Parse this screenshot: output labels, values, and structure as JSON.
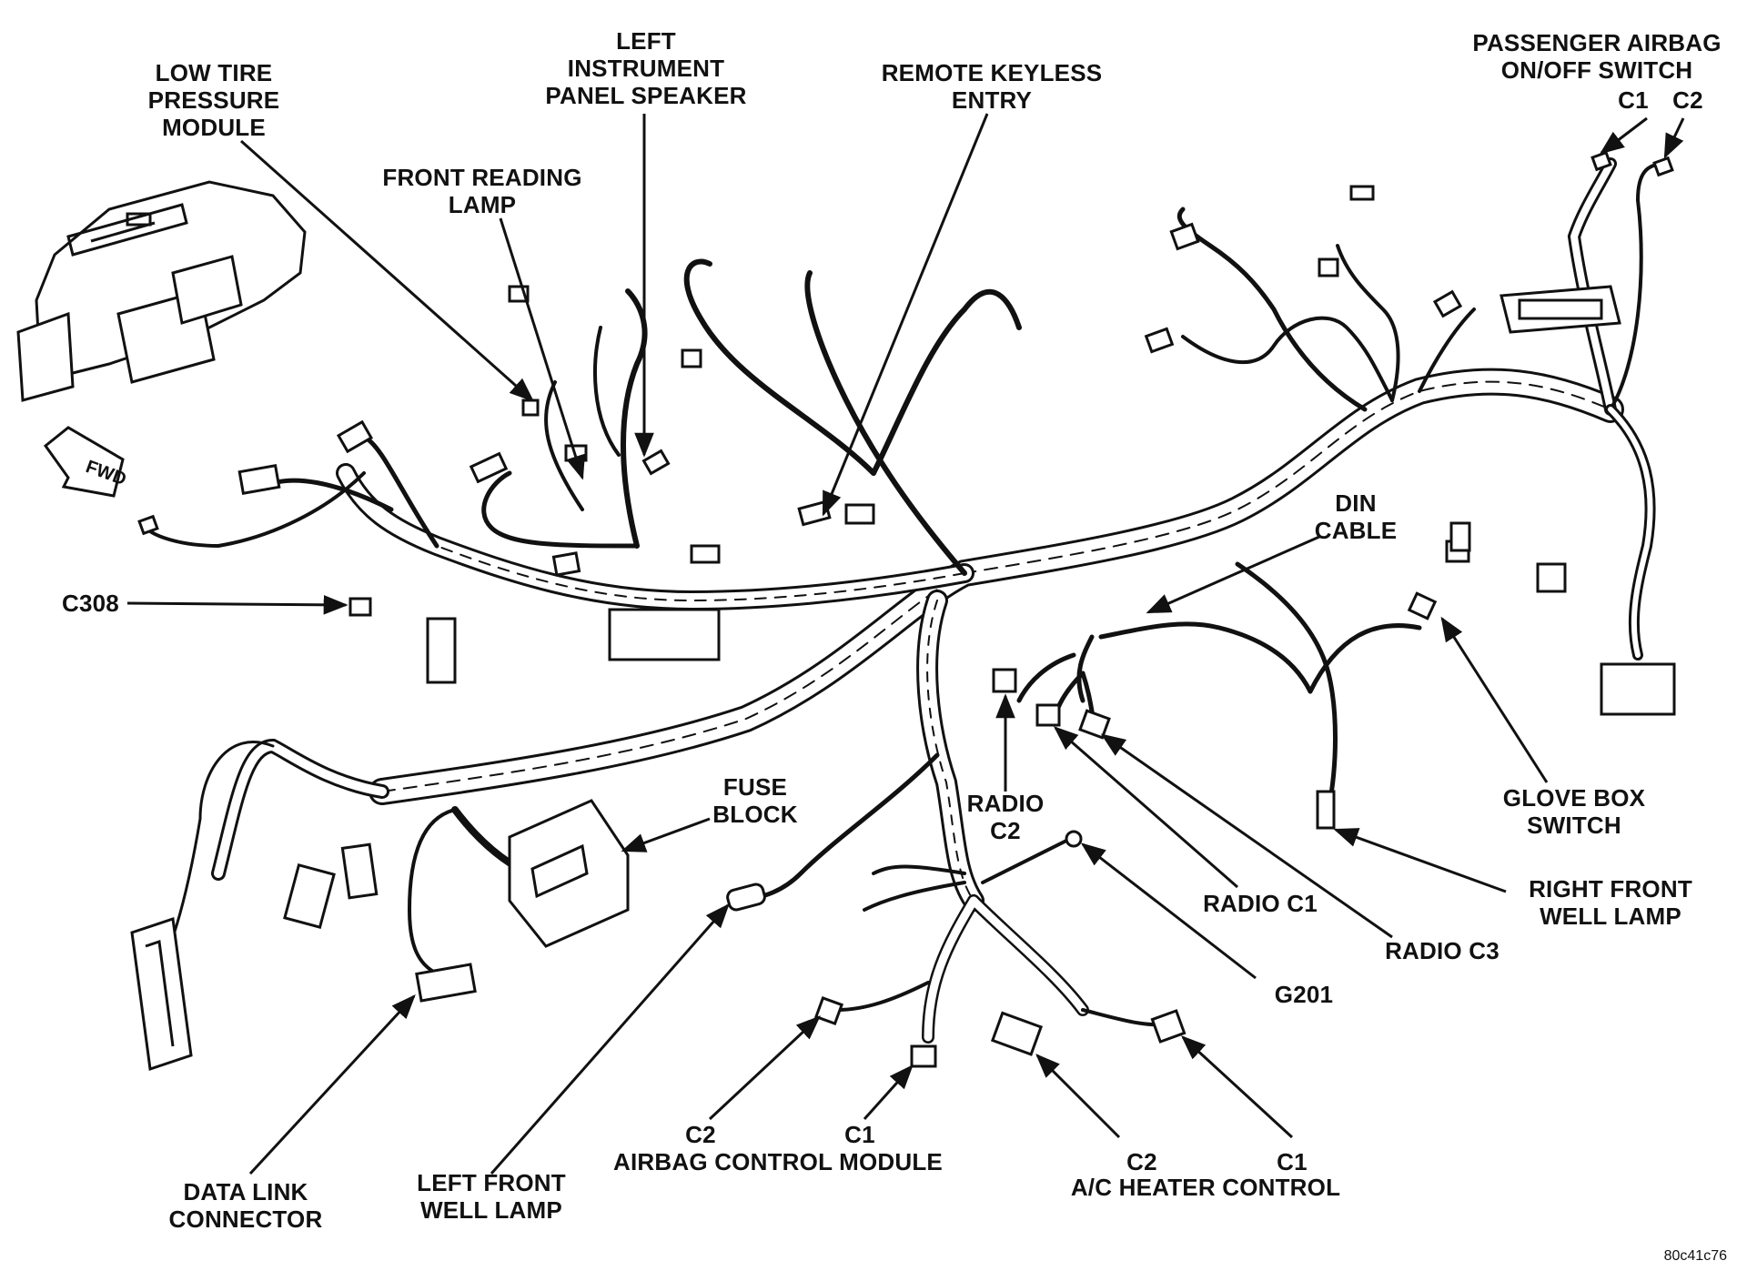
{
  "labels": {
    "low_tire": "LOW TIRE\nPRESSURE\nMODULE",
    "left_ip_speaker": "LEFT\nINSTRUMENT\nPANEL SPEAKER",
    "remote_keyless": "REMOTE KEYLESS\nENTRY",
    "passenger_airbag": "PASSENGER AIRBAG\nON/OFF SWITCH",
    "pab_c1": "C1",
    "pab_c2": "C2",
    "front_reading_lamp": "FRONT READING\nLAMP",
    "fwd_arrow": "FWD",
    "din_cable": "DIN\nCABLE",
    "c308": "C308",
    "fuse_block": "FUSE\nBLOCK",
    "radio_c2": "RADIO\nC2",
    "glove_box_switch": "GLOVE BOX\nSWITCH",
    "right_front_well_lamp": "RIGHT FRONT\nWELL LAMP",
    "radio_c1": "RADIO C1",
    "radio_c3": "RADIO C3",
    "g201": "G201",
    "acm_c2": "C2",
    "acm_c1": "C1",
    "acm": "AIRBAG CONTROL MODULE",
    "ach_c2": "C2",
    "ach_c1": "C1",
    "ach": "A/C HEATER CONTROL",
    "data_link": "DATA LINK\nCONNECTOR",
    "left_front_well_lamp": "LEFT FRONT\nWELL LAMP"
  },
  "figure_id": "80c41c76"
}
